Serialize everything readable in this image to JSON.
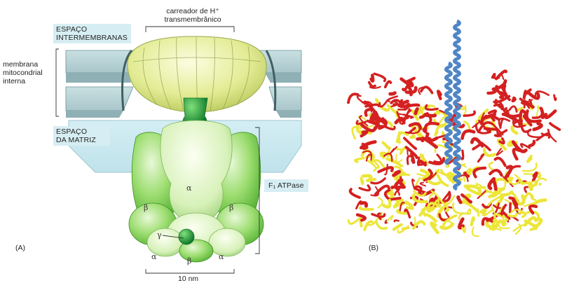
{
  "panel_a": {
    "tag": "(A)",
    "intermembrane_space": [
      "ESPAÇO",
      "INTERMEMBRANAS"
    ],
    "carrier_label": [
      "carreador de H⁺",
      "transmembrânico"
    ],
    "membrane_label": [
      "membrana",
      "mitocondrial",
      "interna"
    ],
    "matrix_space": [
      "ESPAÇO",
      "DA MATRIZ"
    ],
    "f1_label": "F₁ ATPase",
    "subunits": {
      "alpha_center": "α",
      "beta_left": "β",
      "beta_right": "β",
      "gamma": "γ",
      "alpha_bottom_left": "α",
      "beta_bottom": "β",
      "alpha_bottom_right": "α"
    },
    "scale_label": "10 nm"
  },
  "panel_b": {
    "tag": "(B)"
  },
  "colors": {
    "membrane": "#b7d3d6",
    "membrane_edge": "#5f7f84",
    "f0_yellow": "#e6ef9a",
    "f1_green": "#7ccf54",
    "stalk_green": "#1f9a3a",
    "ribbon_red": "#d42020",
    "ribbon_yellow": "#ece63a",
    "ribbon_blue": "#4f86c6"
  }
}
